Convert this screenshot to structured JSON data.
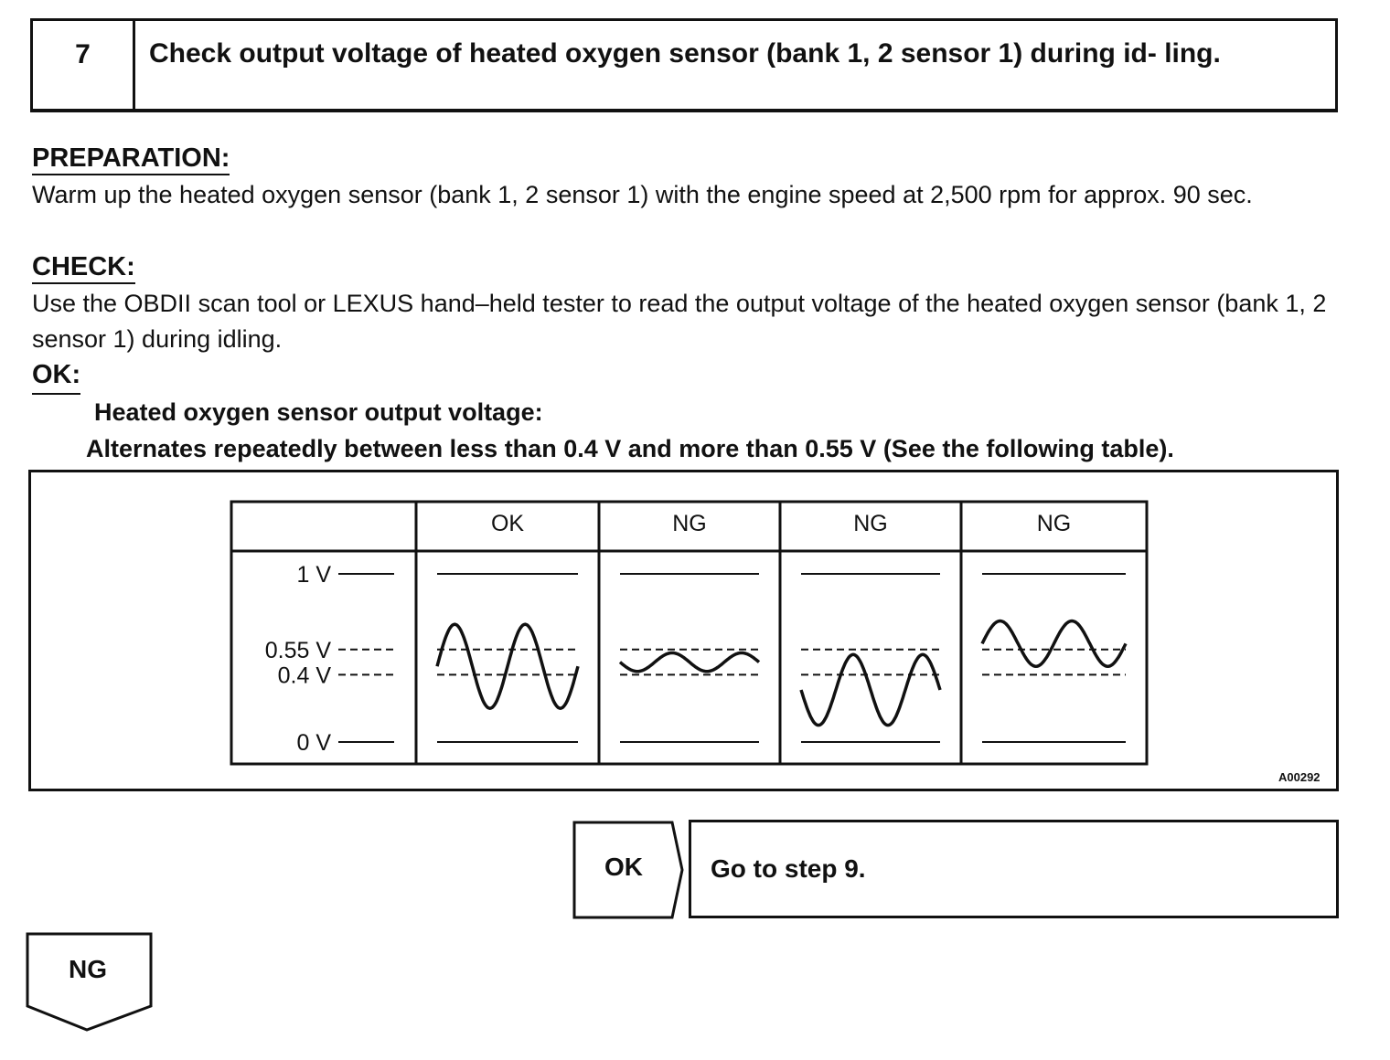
{
  "step": {
    "number": "7",
    "title": "Check output voltage of heated oxygen sensor (bank 1, 2 sensor 1) during id- ling."
  },
  "preparation": {
    "heading": "PREPARATION:",
    "text": "Warm up the heated oxygen sensor (bank 1, 2 sensor 1) with the engine speed at 2,500 rpm for approx. 90 sec."
  },
  "check": {
    "heading": "CHECK:",
    "text": "Use the OBDII scan tool or LEXUS hand–held tester to read the output voltage of the heated oxygen sensor (bank 1, 2 sensor 1) during idling."
  },
  "ok_spec": {
    "heading": "OK:",
    "label": "Heated oxygen sensor output voltage:",
    "value": "Alternates repeatedly between less than 0.4 V and more than 0.55 V (See the following table)."
  },
  "figure": {
    "code": "A00292",
    "columns": [
      "",
      "OK",
      "NG",
      "NG",
      "NG"
    ],
    "voltage_levels": [
      {
        "label": "1 V",
        "value": 1.0,
        "line": "solid"
      },
      {
        "label": "0.55 V",
        "value": 0.55,
        "line": "dashed"
      },
      {
        "label": "0.4 V",
        "value": 0.4,
        "line": "dashed"
      },
      {
        "label": "0 V",
        "value": 0.0,
        "line": "solid"
      }
    ],
    "waveforms": [
      {
        "column": "OK",
        "min_v": 0.2,
        "max_v": 0.7,
        "cycles": 2
      },
      {
        "column": "NG",
        "min_v": 0.42,
        "max_v": 0.53,
        "cycles": 2
      },
      {
        "column": "NG",
        "min_v": 0.1,
        "max_v": 0.52,
        "cycles": 2
      },
      {
        "column": "NG",
        "min_v": 0.45,
        "max_v": 0.72,
        "cycles": 2
      }
    ]
  },
  "results": {
    "ok_label": "OK",
    "ok_text": "Go to step 9.",
    "ng_label": "NG"
  }
}
